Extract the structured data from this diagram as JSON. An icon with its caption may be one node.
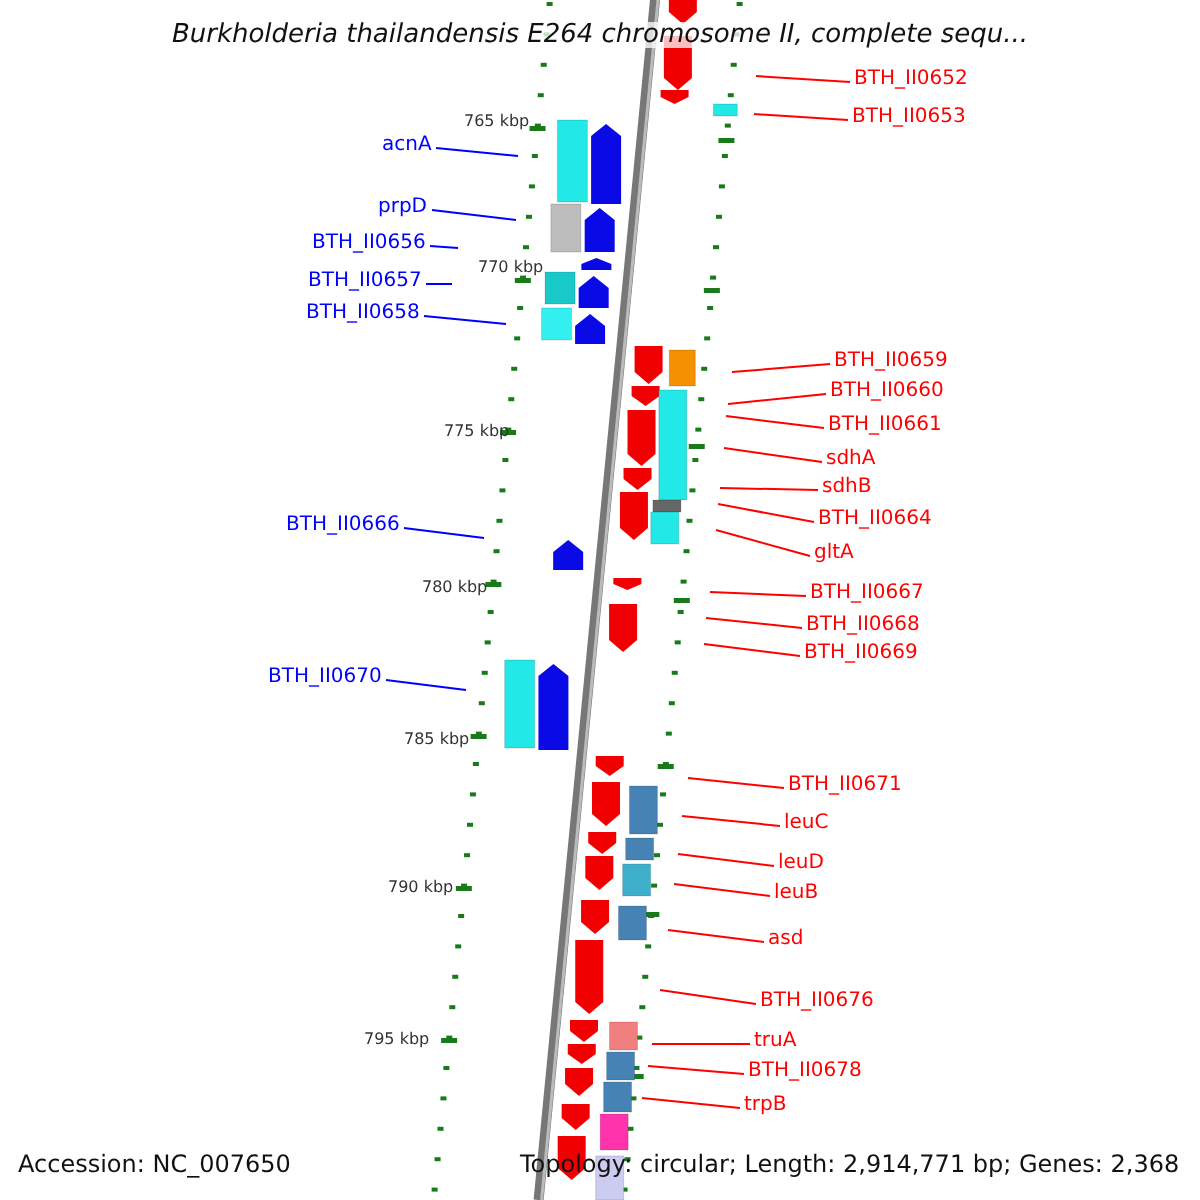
{
  "diagram": {
    "title": "Burkholderia thailandensis E264 chromosome II, complete sequ...",
    "nodes": [
      {
        "text": [
          "BTH_II0652"
        ]
      },
      {
        "text": [
          "BTH_II0653"
        ]
      },
      {
        "text": [
          "acnA"
        ]
      },
      {
        "text": [
          "prpD"
        ]
      },
      {
        "text": [
          "BTH_II0656"
        ]
      },
      {
        "text": [
          "BTH_II0657"
        ]
      },
      {
        "text": [
          "BTH_II0658"
        ]
      },
      {
        "text": [
          "BTH_II0659"
        ]
      },
      {
        "text": [
          "BTH_II0660"
        ]
      },
      {
        "text": [
          "BTH_II0661"
        ]
      },
      {
        "text": [
          "sdhA"
        ]
      },
      {
        "text": [
          "sdhB"
        ]
      },
      {
        "text": [
          "BTH_II0664"
        ]
      },
      {
        "text": [
          "BTH_II0666"
        ]
      },
      {
        "text": [
          "gltA"
        ]
      },
      {
        "text": [
          "BTH_II0667"
        ]
      },
      {
        "text": [
          "BTH_II0668"
        ]
      },
      {
        "text": [
          "BTH_II0669"
        ]
      },
      {
        "text": [
          "BTH_II0670"
        ]
      },
      {
        "text": [
          "BTH_II0671"
        ]
      },
      {
        "text": [
          "leuC"
        ]
      },
      {
        "text": [
          "leuD"
        ]
      },
      {
        "text": [
          "leuB"
        ]
      },
      {
        "text": [
          "asd"
        ]
      },
      {
        "text": [
          "BTH_II0676"
        ]
      },
      {
        "text": [
          "truA"
        ]
      },
      {
        "text": [
          "BTH_II0678"
        ]
      },
      {
        "text": [
          "trpB"
        ]
      }
    ],
    "edges": [
      {
        "from": 0,
        "to": null,
        "arrow": "none"
      },
      {
        "from": 1,
        "to": null,
        "arrow": "none"
      },
      {
        "from": 2,
        "to": null,
        "arrow": "none",
        "color": "#0000ff"
      },
      {
        "from": 3,
        "to": null,
        "arrow": "none",
        "color": "#0000ff"
      },
      {
        "from": 4,
        "to": null,
        "arrow": "none",
        "color": "#0000ff"
      },
      {
        "from": 5,
        "to": null,
        "arrow": "none",
        "color": "#0000ff"
      },
      {
        "from": 6,
        "to": null,
        "arrow": "none",
        "color": "#0000ff"
      },
      {
        "from": 7,
        "to": null,
        "arrow": "none"
      },
      {
        "from": 8,
        "to": null,
        "arrow": "none"
      },
      {
        "from": 9,
        "to": null,
        "arrow": "none"
      },
      {
        "from": 10,
        "to": null,
        "arrow": "none"
      },
      {
        "from": 11,
        "to": null,
        "arrow": "none"
      },
      {
        "from": 12,
        "to": null,
        "arrow": "none"
      },
      {
        "from": 13,
        "to": null,
        "arrow": "none",
        "color": "#0000ff"
      },
      {
        "from": 14,
        "to": null,
        "arrow": "none"
      },
      {
        "from": 15,
        "to": null,
        "arrow": "none"
      },
      {
        "from": 16,
        "to": null,
        "arrow": "none"
      },
      {
        "from": 17,
        "to": null,
        "arrow": "none"
      },
      {
        "from": 18,
        "to": null,
        "arrow": "none",
        "color": "#0000ff"
      },
      {
        "from": 19,
        "to": null,
        "arrow": "none"
      },
      {
        "from": 20,
        "to": null,
        "arrow": "none"
      },
      {
        "from": 21,
        "to": null,
        "arrow": "none"
      },
      {
        "from": 22,
        "to": null,
        "arrow": "none"
      },
      {
        "from": 23,
        "to": null,
        "arrow": "none"
      },
      {
        "from": 24,
        "to": null,
        "arrow": "none"
      },
      {
        "from": 25,
        "to": null,
        "arrow": "none"
      },
      {
        "from": 26,
        "to": null,
        "arrow": "none"
      },
      {
        "from": 27,
        "to": null,
        "arrow": "none"
      }
    ],
    "labels": [
      "765 kbp",
      "770 kbp",
      "775 kbp",
      "780 kbp",
      "785 kbp",
      "790 kbp",
      "795 kbp",
      "Accession: NC_007650",
      "Topology: circular; Length: 2,914,771 bp; Genes: 2,368"
    ]
  }
}
